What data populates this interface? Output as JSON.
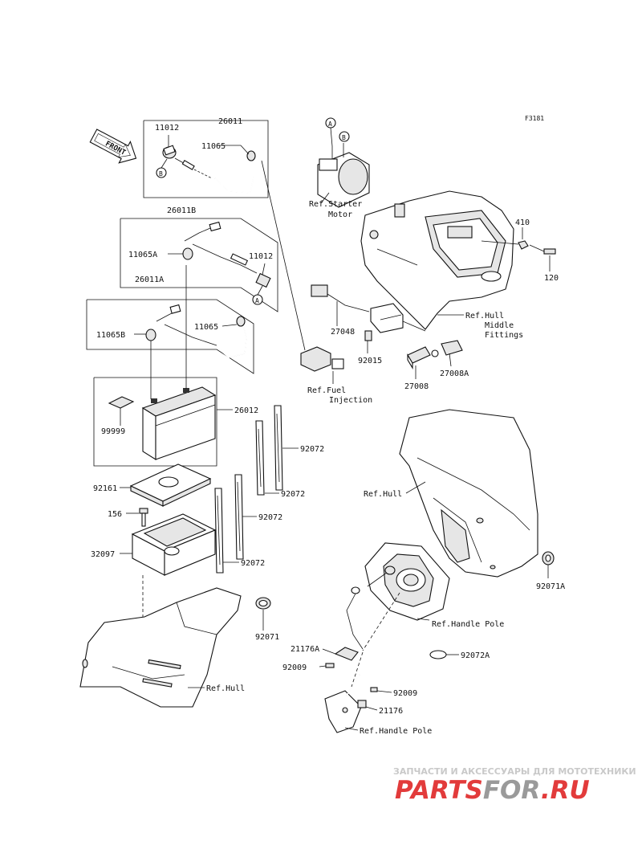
{
  "figure_code": "F3181",
  "front_arrow": "FRONT",
  "callouts": {
    "a": "A",
    "b": "B"
  },
  "parts": {
    "p26011": "26011",
    "p11012_top": "11012",
    "p11065_top": "11065",
    "p26011B": "26011B",
    "p11065A": "11065A",
    "p11012_mid": "11012",
    "p26011A": "26011A",
    "p11065B": "11065B",
    "p11065_mid": "11065",
    "p26012": "26012",
    "p99999": "99999",
    "p92072_a": "92072",
    "p92072_b": "92072",
    "p92072_c": "92072",
    "p92072_d": "92072",
    "p92161": "92161",
    "p156": "156",
    "p32097": "32097",
    "p92071": "92071",
    "p410": "410",
    "p120": "120",
    "p27048": "27048",
    "p92015": "92015",
    "p27008": "27008",
    "p27008A": "27008A",
    "p92071A": "92071A",
    "p21176A": "21176A",
    "p92009_a": "92009",
    "p92072A": "92072A",
    "p92009_b": "92009",
    "p21176": "21176"
  },
  "refs": {
    "starter_1": "Ref.Starter",
    "starter_2": "Motor",
    "hull_mid_1": "Ref.Hull",
    "hull_mid_2": "Middle",
    "hull_mid_3": "Fittings",
    "fuel_1": "Ref.Fuel",
    "fuel_2": "Injection",
    "hull_right": "Ref.Hull",
    "handle_pole_1": "Ref.Handle Pole",
    "hull_left": "Ref.Hull",
    "handle_pole_2": "Ref.Handle Pole"
  },
  "watermark": {
    "line1": "ЗАПЧАСТИ И АКСЕССУАРЫ ДЛЯ МОТОТЕХНИКИ",
    "part1": "PARTS",
    "part2": "FOR",
    "part3": ".RU",
    "color_red": "#e23b3b",
    "color_grey": "#9a9a9a"
  }
}
